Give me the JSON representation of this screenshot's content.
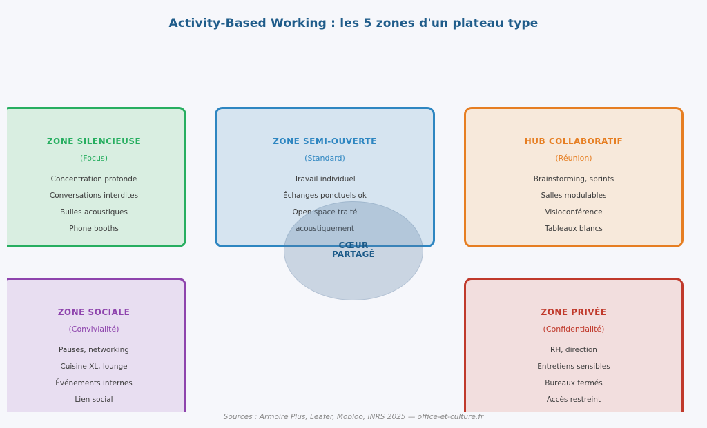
{
  "page": {
    "title": "Activity-Based Working : les 5 zones d'un plateau type",
    "footer": "Sources : Armoire Plus, Leafer, Mobloo, INRS 2025 — office-et-culture.fr"
  },
  "center_hub": {
    "line1": "CŒUR",
    "line2": "PARTAGÉ"
  },
  "colors": {
    "title_text": "#1f5c8a",
    "center_label_text": "#1c5a88",
    "ellipse_fill": "rgba(90,125,160,0.28)",
    "ellipse_border": "rgba(90,125,160,0.22)",
    "item_text": "#3c3c3c",
    "footer_text": "#8a8a8a",
    "page_background": "#f6f7fb"
  },
  "zones": [
    {
      "name": "ZONE SILENCIEUSE",
      "subtitle": "(Focus)",
      "items": [
        "Concentration profonde",
        "Conversations interdites",
        "Bulles acoustiques",
        "Phone booths"
      ],
      "accent_color": "#27ae60",
      "fill_color": "#d9eee1"
    },
    {
      "name": "ZONE SEMI-OUVERTE",
      "subtitle": "(Standard)",
      "items": [
        "Travail individuel",
        "Échanges ponctuels ok",
        "Open space traité",
        "acoustiquement"
      ],
      "accent_color": "#2e86c1",
      "fill_color": "#d6e4f0"
    },
    {
      "name": "HUB COLLABORATIF",
      "subtitle": "(Réunion)",
      "items": [
        "Brainstorming, sprints",
        "Salles modulables",
        "Visioconférence",
        "Tableaux blancs"
      ],
      "accent_color": "#e67e22",
      "fill_color": "#f7e9db"
    },
    {
      "name": "ZONE SOCIALE",
      "subtitle": "(Convivialité)",
      "items": [
        "Pauses, networking",
        "Cuisine XL, lounge",
        "Événements internes",
        "Lien social"
      ],
      "accent_color": "#8e44ad",
      "fill_color": "#e8def1"
    },
    {
      "name": "ZONE PRIVÉE",
      "subtitle": "(Confidentialité)",
      "items": [
        "RH, direction",
        "Entretiens sensibles",
        "Bureaux fermés",
        "Accès restreint"
      ],
      "accent_color": "#c0392b",
      "fill_color": "#f2dede"
    }
  ]
}
